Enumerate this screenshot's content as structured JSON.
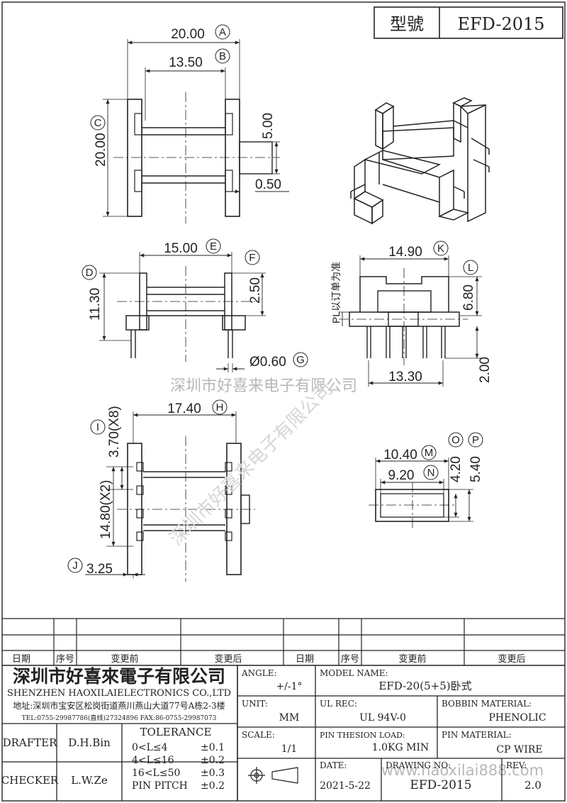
{
  "header": {
    "label": "型號",
    "model": "EFD-2015"
  },
  "dimensions": {
    "A": {
      "value": "20.00",
      "letter": "A"
    },
    "B": {
      "value": "13.50",
      "letter": "B"
    },
    "C": {
      "value": "20.00",
      "letter": "C"
    },
    "tab_h": "5.00",
    "tab_t": "0.50",
    "E": {
      "value": "15.00",
      "letter": "E"
    },
    "F": {
      "value": "2.50",
      "letter": "F"
    },
    "D": {
      "value": "11.30",
      "letter": "D"
    },
    "G": {
      "value": "Ø0.60",
      "letter": "G"
    },
    "K": {
      "value": "14.90",
      "letter": "K"
    },
    "L": {
      "value": "6.80",
      "letter": "L"
    },
    "pin_len": "2.00",
    "pin_span": "13.30",
    "pl_note": "PL以订单为准",
    "H": {
      "value": "17.40",
      "letter": "H"
    },
    "I": {
      "value": "3.70(X8)",
      "letter": "I"
    },
    "pitch2": "14.80(X2)",
    "J": {
      "value": "3.25",
      "letter": "J"
    },
    "M": {
      "value": "10.40",
      "letter": "M"
    },
    "N": {
      "value": "9.20",
      "letter": "N"
    },
    "O": {
      "value": "4.20",
      "letter": "O"
    },
    "P": {
      "value": "5.40",
      "letter": "P"
    }
  },
  "watermark": {
    "company": "深圳市好喜来电子有限公司",
    "url": "www.haoxilai888.com"
  },
  "revision_table": {
    "date": "日期",
    "no": "序号",
    "before": "变更前",
    "after": "变更后"
  },
  "title_block": {
    "company_cn": "深圳市好喜來電子有限公司",
    "company_en": "SHENZHEN HAOXILAIELECTRONICS CO.,LTD",
    "address": "地址:深圳市宝安区松岗街道燕川燕山大道77号A栋2-3楼",
    "contact": "TEL:0755-29987786(直线)27324896    FAX:86-0755-29987073",
    "drafter_label": "DRAFTER",
    "drafter": "D.H.Bin",
    "checker_label": "CHECKER",
    "checker": "L.W.Ze",
    "tolerance_label": "TOLERANCE",
    "tol1": "0<L≤4",
    "tol1v": "±0.1",
    "tol2": "4<L≤16",
    "tol2v": "±0.2",
    "tol3": "16<L≤50",
    "tol3v": "±0.3",
    "tol4": "PIN PITCH",
    "tol4v": "±0.2",
    "angle_label": "ANGLE:",
    "angle": "+/-1°",
    "unit_label": "UNIT:",
    "unit": "MM",
    "scale_label": "SCALE:",
    "scale": "1/1",
    "model_label": "MODEL NAME:",
    "model": "EFD-20(5+5)卧式",
    "ul_label": "UL REC:",
    "ul": "UL 94V-0",
    "bobbin_label": "BOBBIN MATERIAL:",
    "bobbin": "PHENOLIC",
    "pin_load_label": "PIN THESION LOAD:",
    "pin_load": "1.0KG MIN",
    "pin_mat_label": "PIN MATERIAL:",
    "pin_mat": "CP  WIRE",
    "date_label": "DATE:",
    "date": "2021-5-22",
    "drawing_label": "DRAWING NO:",
    "drawing": "EFD-2015",
    "rev_label": "REV:",
    "rev": "2.0"
  }
}
